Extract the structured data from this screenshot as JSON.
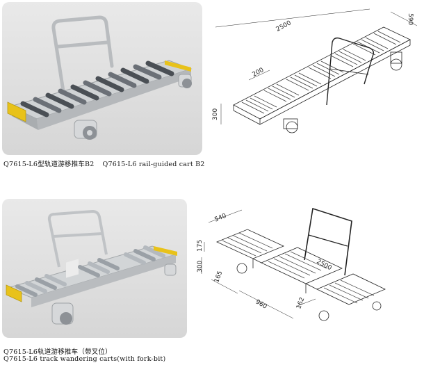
{
  "top": {
    "caption_cn": "Q7615-L6型轨道游移推车B2",
    "caption_en": "Q7615-L6  rail-guided cart B2",
    "dimensions": {
      "length": "2500",
      "width": "590",
      "height": "300",
      "pitch": "200"
    }
  },
  "bottom": {
    "caption_cn": "Q7615-L6轨道游移推车（带叉位）",
    "caption_en": "Q7615-L6  track wandering carts(with fork-bit)",
    "dimensions": {
      "width": "540",
      "top_height": "175",
      "height": "300",
      "lower": "165",
      "span": "960",
      "gap": "162",
      "length": "2500"
    }
  },
  "colors": {
    "accent_yellow": "#e8c21a",
    "frame_grey": "#c9ccce",
    "roller_dark": "#4a4f55"
  }
}
